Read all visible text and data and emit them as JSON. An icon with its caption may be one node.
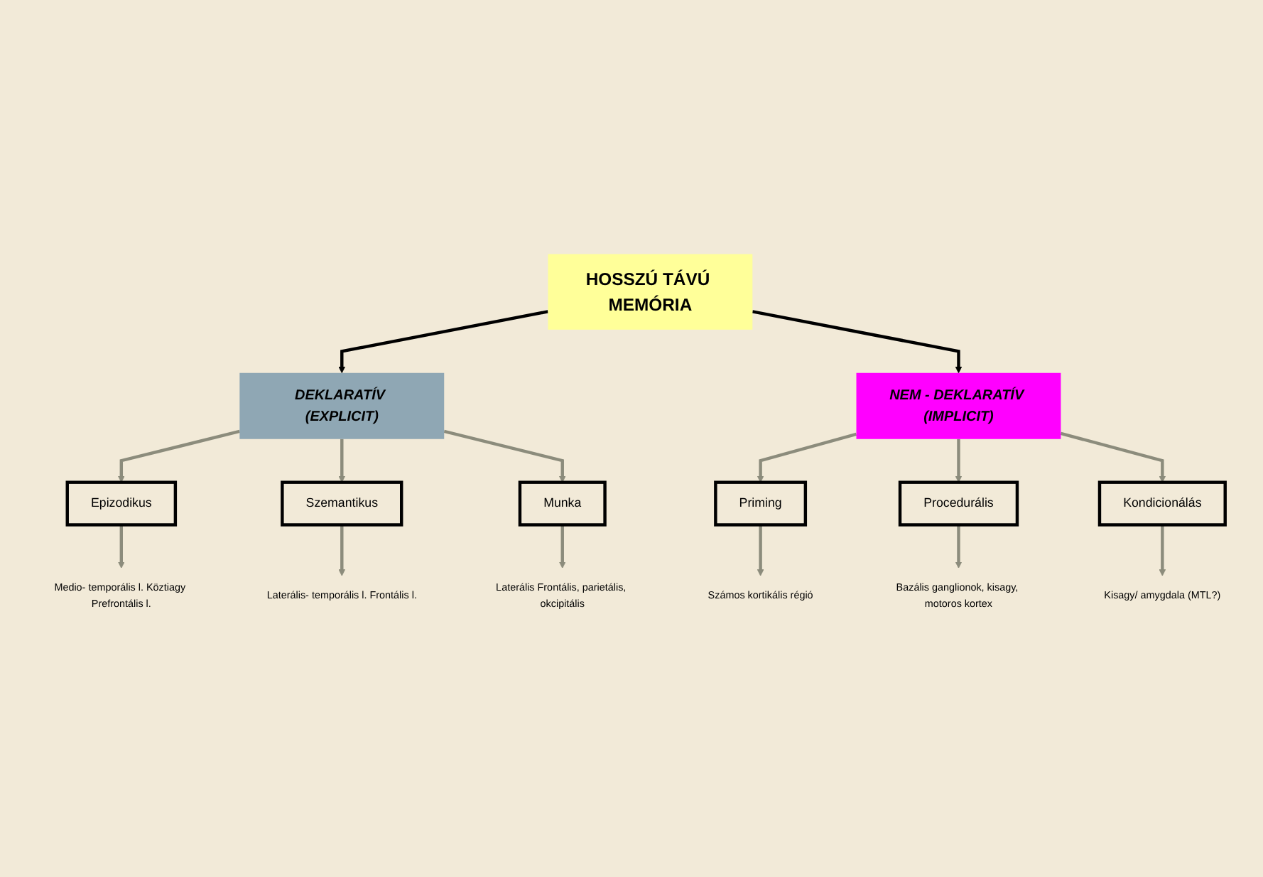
{
  "diagram": {
    "nodes": [
      {
        "text": [
          "HOSSZÚ TÁVÚ MEMÓRIA"
        ]
      },
      {
        "text": [
          "DEKLARATÍV (EXPLICIT)"
        ]
      },
      {
        "text": [
          "NEM - DEKLARATÍV (IMPLICIT)"
        ]
      },
      {
        "text": [
          "Epizodikus"
        ]
      },
      {
        "text": [
          "Szemantikus"
        ]
      },
      {
        "text": [
          "Munka"
        ]
      },
      {
        "text": [
          "Priming"
        ]
      },
      {
        "text": [
          "Procedurális"
        ]
      },
      {
        "text": [
          "Kondicionálás"
        ]
      },
      {
        "text": [
          "Medio- temporális l. Köztiagy Prefrontális l."
        ]
      },
      {
        "text": [
          "Laterális- temporális l. Frontális l."
        ]
      },
      {
        "text": [
          "Laterális Frontális, parietális, okcipitális"
        ]
      },
      {
        "text": [
          "Számos kortikális régió"
        ]
      },
      {
        "text": [
          "Bazális ganglionok, kisagy, motoros kortex"
        ]
      },
      {
        "text": [
          "Kisagy/ amygdala (MTL?)"
        ]
      }
    ],
    "edges": [
      {
        "from": 0,
        "to": 1,
        "arrow": "to",
        "color": "#000000"
      },
      {
        "from": 0,
        "to": 2,
        "arrow": "to",
        "color": "#000000"
      },
      {
        "from": 1,
        "to": 3,
        "arrow": "to"
      },
      {
        "from": 1,
        "to": 4,
        "arrow": "to"
      },
      {
        "from": 1,
        "to": 5,
        "arrow": "to"
      },
      {
        "from": 2,
        "to": 6,
        "arrow": "to"
      },
      {
        "from": 2,
        "to": 7,
        "arrow": "to"
      },
      {
        "from": 2,
        "to": 8,
        "arrow": "to"
      },
      {
        "from": 3,
        "to": 9,
        "arrow": "to"
      },
      {
        "from": 4,
        "to": 10,
        "arrow": "to"
      },
      {
        "from": 5,
        "to": 11,
        "arrow": "to"
      },
      {
        "from": 6,
        "to": 12,
        "arrow": "to"
      },
      {
        "from": 7,
        "to": 13,
        "arrow": "to"
      },
      {
        "from": 8,
        "to": 14,
        "arrow": "to"
      }
    ]
  }
}
